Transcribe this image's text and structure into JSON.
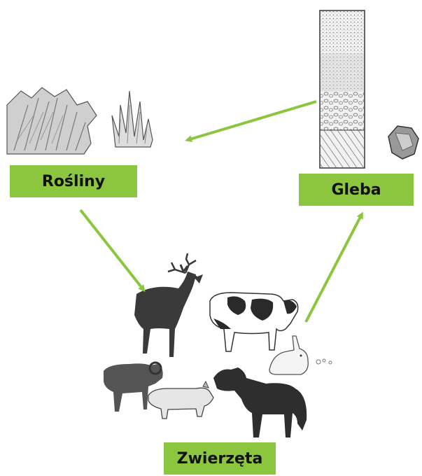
{
  "nodes": {
    "plants": {
      "label": "Rośliny"
    },
    "soil": {
      "label": "Gleba"
    },
    "animals": {
      "label": "Zwierzęta"
    }
  },
  "arrows": [
    {
      "from": "soil",
      "to": "plants"
    },
    {
      "from": "plants",
      "to": "animals"
    },
    {
      "from": "animals",
      "to": "soil"
    }
  ],
  "colors": {
    "label_bg": "#8cc63f",
    "arrow": "#8cc63f"
  }
}
